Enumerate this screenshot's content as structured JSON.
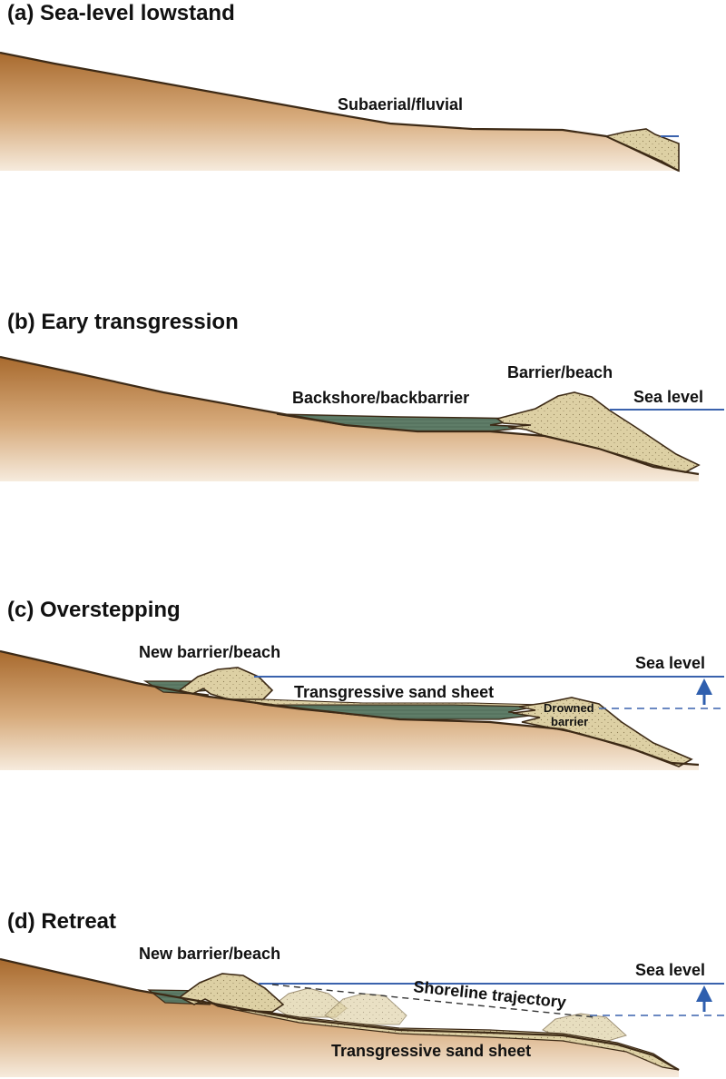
{
  "panels": [
    {
      "title": "(a) Sea-level lowstand",
      "labels": {
        "subaerial": "Subaerial/fluvial"
      }
    },
    {
      "title": "(b) Eary transgression",
      "labels": {
        "barrier": "Barrier/beach",
        "backshore": "Backshore/backbarrier",
        "sea_level": "Sea level"
      }
    },
    {
      "title": "(c) Overstepping",
      "labels": {
        "new_barrier": "New barrier/beach",
        "sea_level": "Sea level",
        "sand_sheet": "Transgressive sand sheet",
        "drowned_1": "Drowned",
        "drowned_2": "barrier"
      }
    },
    {
      "title": "(d) Retreat",
      "labels": {
        "new_barrier": "New barrier/beach",
        "sea_level": "Sea level",
        "trajectory": "Shoreline trajectory",
        "sand_sheet": "Transgressive sand sheet"
      }
    }
  ],
  "colors": {
    "land_dark": "#a86a2e",
    "land_light": "#f4e6d4",
    "sand": "#ddd0a4",
    "lagoon": "#5f7d68",
    "sea_line": "#3a62ad",
    "arrow": "#2f5fae",
    "outline": "#3d2a16"
  }
}
